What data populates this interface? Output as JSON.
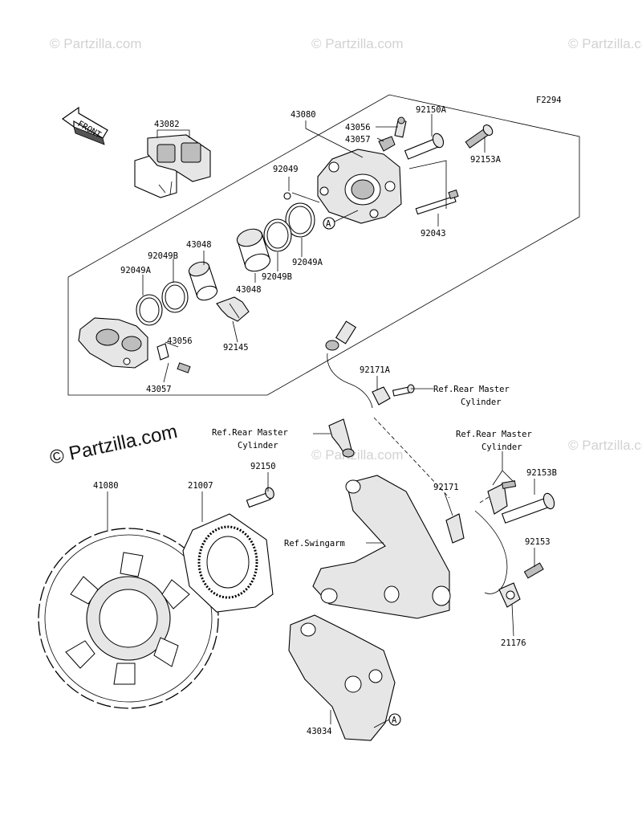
{
  "diagram_code": "F2294",
  "front_label": "FRONT",
  "watermark_text": "© Partzilla.com",
  "callout_letter": "A",
  "parts": {
    "p43082": "43082",
    "p43080": "43080",
    "p92150A": "92150A",
    "p43056_top": "43056",
    "p43057_top": "43057",
    "p92153A": "92153A",
    "p92049": "92049",
    "p92043": "92043",
    "p43048_a": "43048",
    "p92049B_a": "92049B",
    "p92049A_a": "92049A",
    "p92049A_b": "92049A",
    "p43048_b": "43048",
    "p92049B_b": "92049B",
    "p92145": "92145",
    "p43056_bot": "43056",
    "p43057_bot": "43057",
    "p92171A": "92171A",
    "p92150": "92150",
    "p41080": "41080",
    "p21007": "21007",
    "p92171": "92171",
    "p92153B": "92153B",
    "p92153": "92153",
    "p21176": "21176",
    "p43034": "43034"
  },
  "refs": {
    "ref_rm1_l1": "Ref.Rear Master",
    "ref_rm1_l2": "Cylinder",
    "ref_rm2_l1": "Ref.Rear Master",
    "ref_rm2_l2": "Cylinder",
    "ref_rm3_l1": "Ref.Rear Master",
    "ref_rm3_l2": "Cylinder",
    "ref_swingarm": "Ref.Swingarm"
  }
}
